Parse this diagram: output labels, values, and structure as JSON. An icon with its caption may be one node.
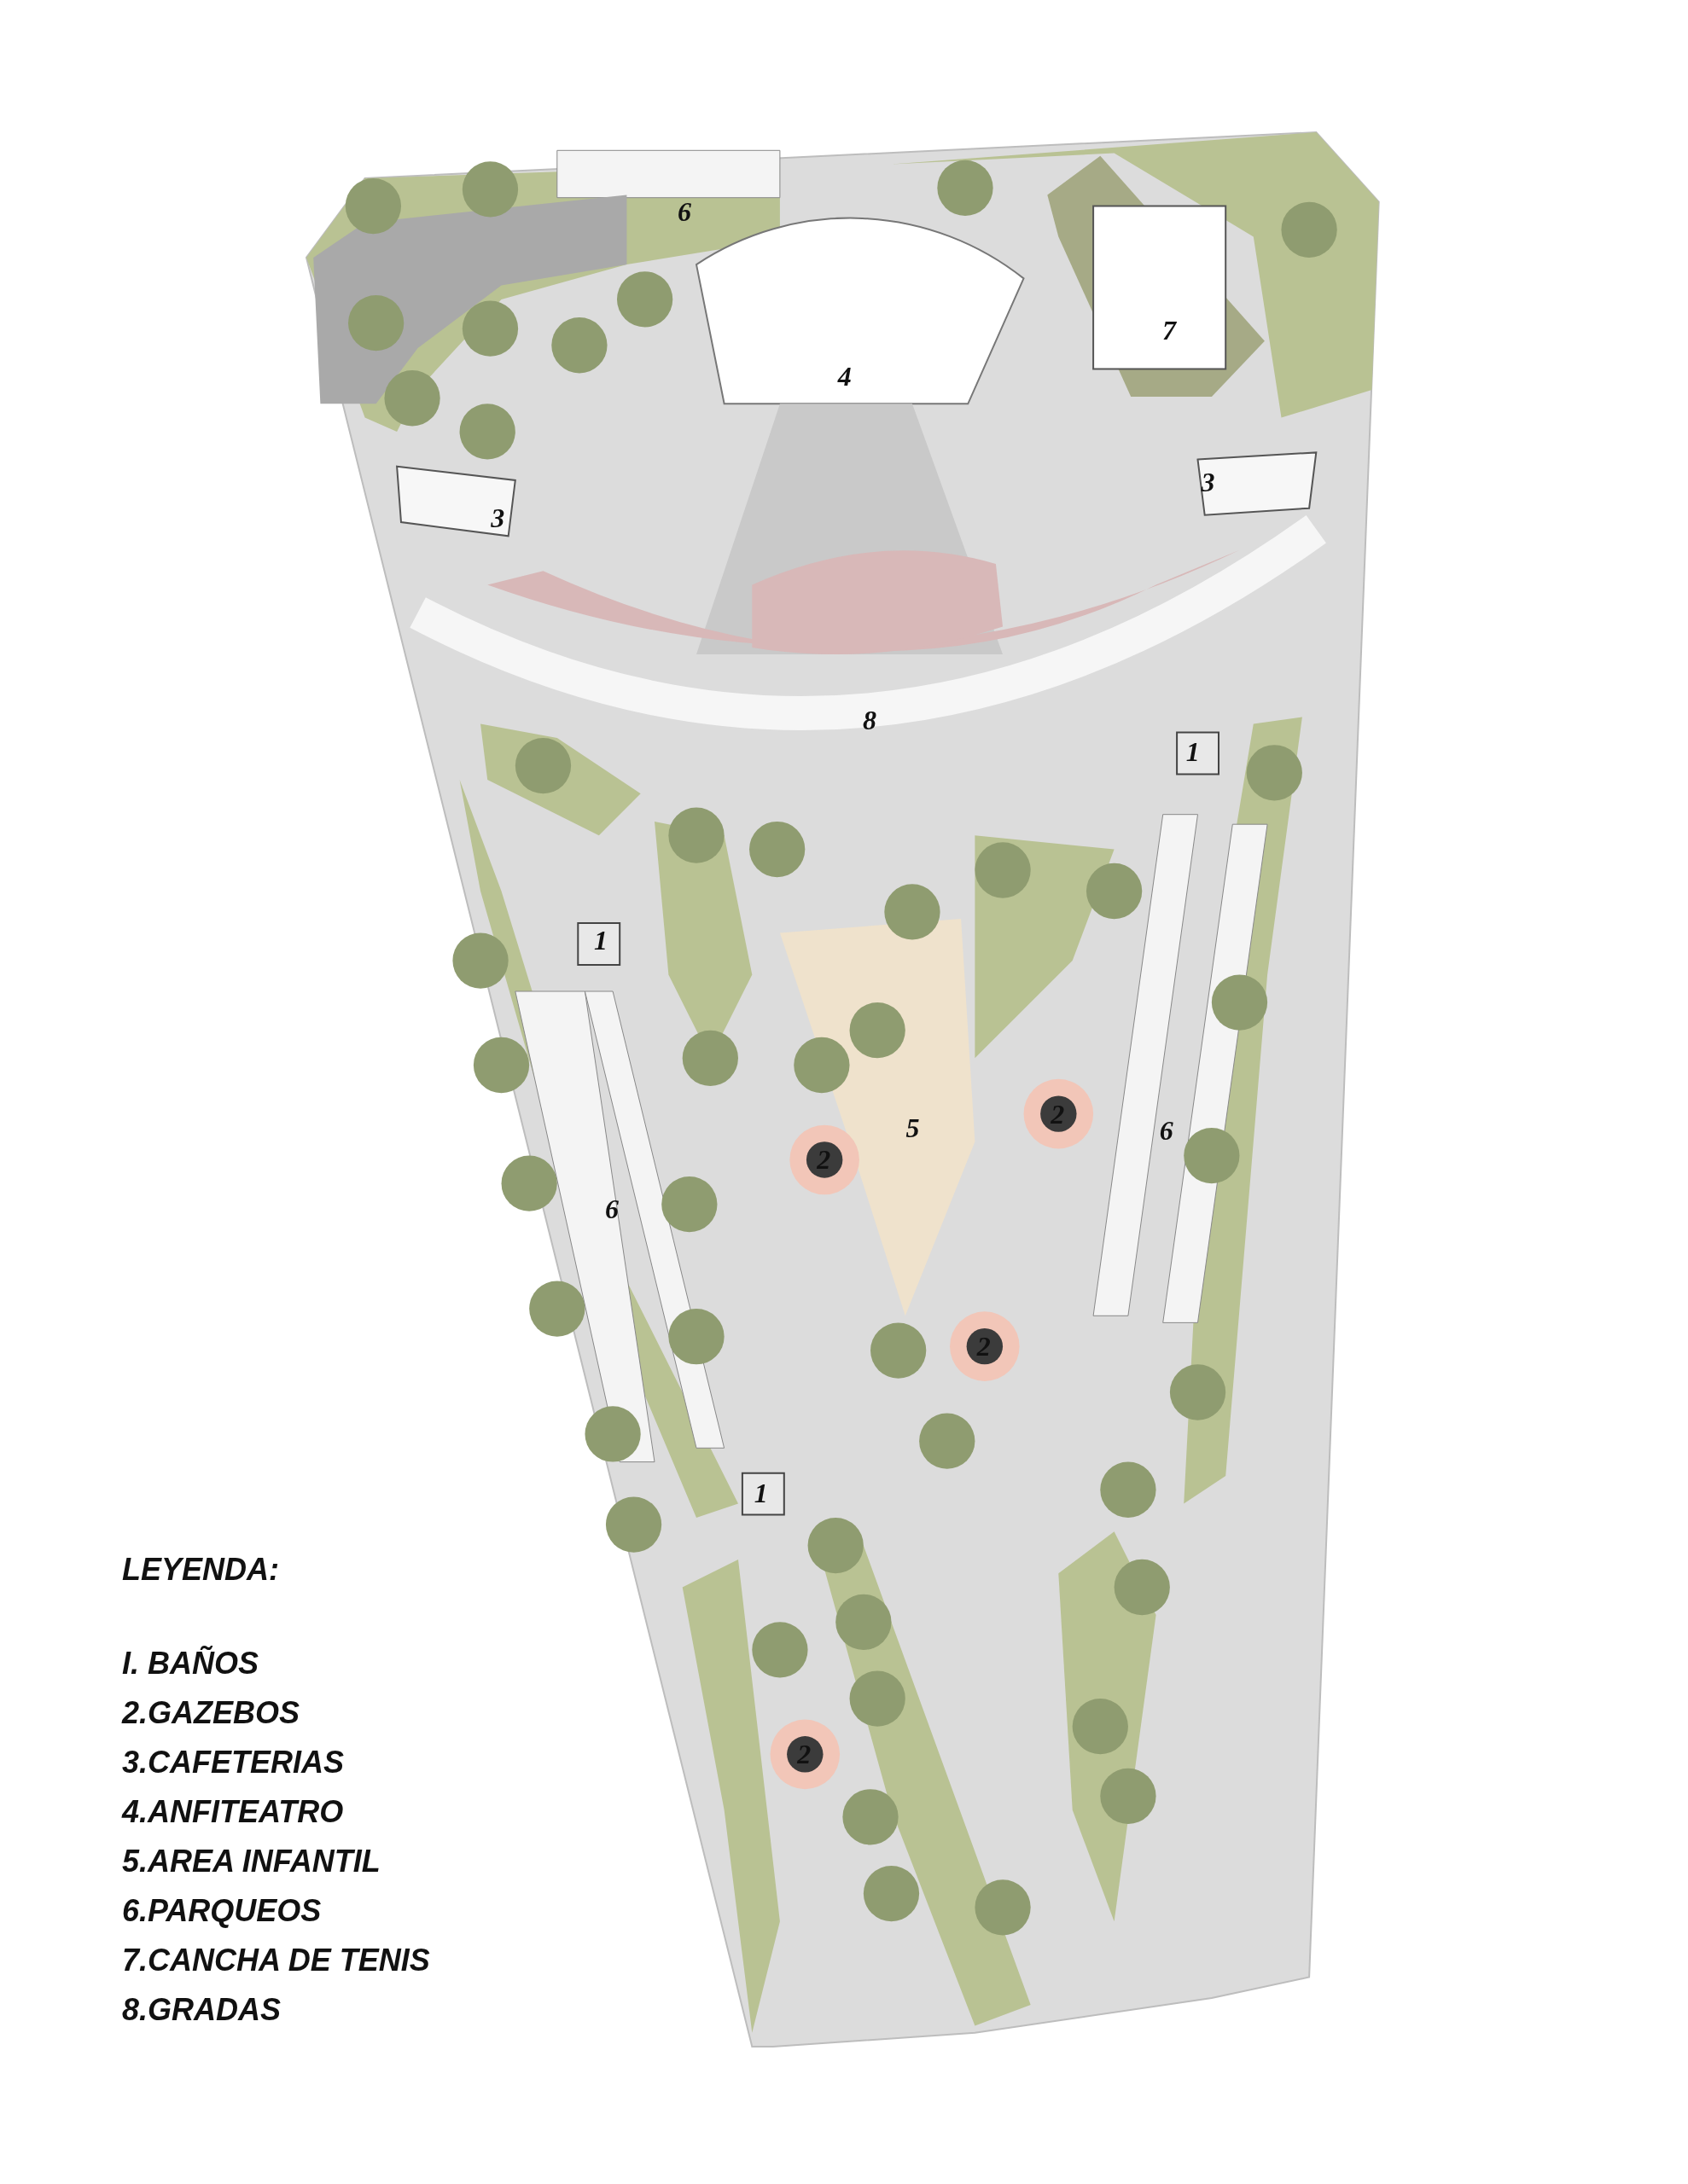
{
  "diagram": {
    "labels": [
      "6",
      "7",
      "4",
      "3",
      "3",
      "8",
      "1",
      "1",
      "2",
      "5",
      "6",
      "2",
      "6",
      "2",
      "1",
      "2",
      "LEYENDA:",
      "I. BAÑOS",
      "2.GAZEBOS",
      "3.CAFETERIAS",
      "4.ANFITEATRO",
      "5.AREA INFANTIL",
      "6.PARQUEOS",
      "7.CANCHA DE TENIS",
      "8.GRADAS"
    ]
  }
}
